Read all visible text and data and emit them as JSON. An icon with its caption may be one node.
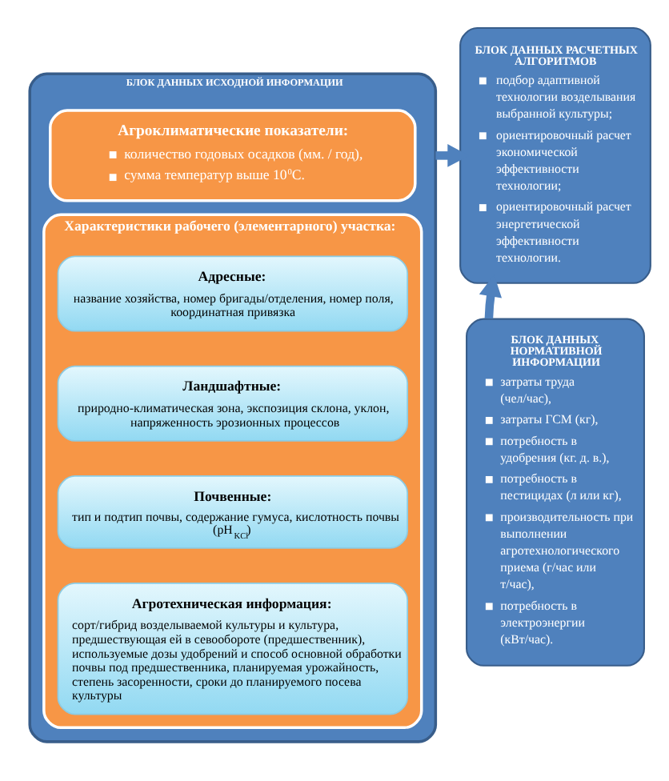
{
  "diagram": {
    "nodes": [
      {
        "text": [
          "БЛОК ДАННЫХ ИСХОДНОЙ ИНФОРМАЦИИ"
        ]
      },
      {
        "text": [
          "Агроклиматические показатели:",
          "количество годовых осадков (мм. / год),",
          "сумма температур выше 10$^{0}$С."
        ],
        "in": 0
      },
      {
        "text": [
          "Характеристики рабочего (элементарного) участка:"
        ],
        "in": 0
      },
      {
        "text": [
          "Адресные:",
          "название хозяйства, номер бригады/отделения, номер поля, координатная привязка"
        ],
        "in": 2
      },
      {
        "text": [
          "Ландшафтные:",
          "природно-климатическая зона, экспозиция склона, уклон, напряженность эрозионных процессов"
        ],
        "in": 2
      },
      {
        "text": [
          "Почвенные:",
          "тип и подтип почвы, содержание гумуса, кислотность почвы (pH$_{KCl}$)"
        ],
        "in": 2
      },
      {
        "text": [
          "Агротехническая информация:",
          "сорт/гибрид возделываемой культуры и культура, предшествующая ей в севообороте (предшественник), используемые дозы удобрений и способ основной обработки почвы под предшественника, планируемая урожайность, степень засоренности, сроки до планируемого посева культуры"
        ],
        "in": 2
      },
      {
        "text": [
          "БЛОК ДАННЫХ РАСЧЕТНЫХ АЛГОРИТМОВ",
          "подбор адаптивной технологии возделывания выбранной культуры;",
          "ориентировочный расчет экономической эффективности технологии;",
          "ориентировочный расчет энергетической эффективности технологии."
        ]
      },
      {
        "text": [
          "БЛОК ДАННЫХ НОРМАТИВНОЙ ИНФОРМАЦИИ",
          "затраты труда (чел/час),",
          "затраты ГСМ (кг),",
          "потребность в удобрения (кг. д. в.),",
          "потребность в пестицидах (л или кг),",
          "производительность при выполнении агротехнологического приема (г/час или т/час),",
          "потребность в электроэнергии (кВт/час)."
        ]
      }
    ],
    "edges": [
      {
        "from": 0,
        "to": 7,
        "arrow": "to"
      },
      {
        "from": 8,
        "to": 7,
        "arrow": "to"
      }
    ]
  }
}
